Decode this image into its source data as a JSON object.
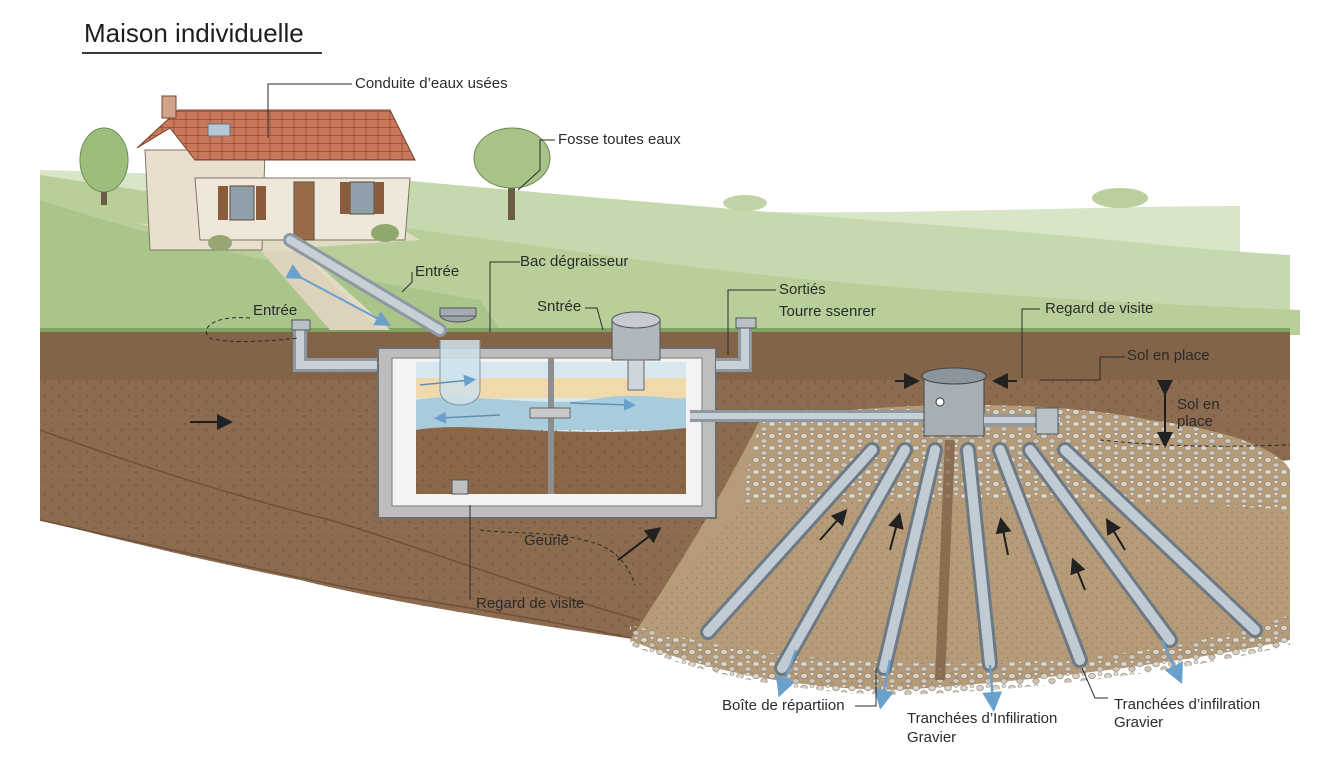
{
  "title": "Maison individuelle",
  "labels": {
    "conduite": "Conduite d’eaux usées",
    "fosse": "Fosse toutes eaux",
    "entree_upper": "Entrée",
    "entree_left": "Entrée",
    "bac": "Bac dégraisseur",
    "sntree": "Sntrée",
    "sorties": "Sortiés",
    "tourre": "Tourre ssenrer",
    "regard_top": "Regard de visite",
    "sol_place_1": "Sol en place",
    "sol_place_2a": "Sol en",
    "sol_place_2b": "place",
    "geurie": "Geurié",
    "regard_bottom": "Regard de visite",
    "boite": "Boîte de répartiion",
    "tranchees_1a": "Tranchées d’Infiliration",
    "tranchees_1b": "Gravier",
    "tranchees_2a": "Tranchées d’infilration",
    "tranchees_2b": "Gravier"
  },
  "colors": {
    "soil": "#8c6b4e",
    "grass": "#b9cf9f",
    "gravel": "#c9c1b3",
    "pipe": "#a9b4bd",
    "water": "#a9ccdc",
    "tank": "#c8c8c8"
  }
}
